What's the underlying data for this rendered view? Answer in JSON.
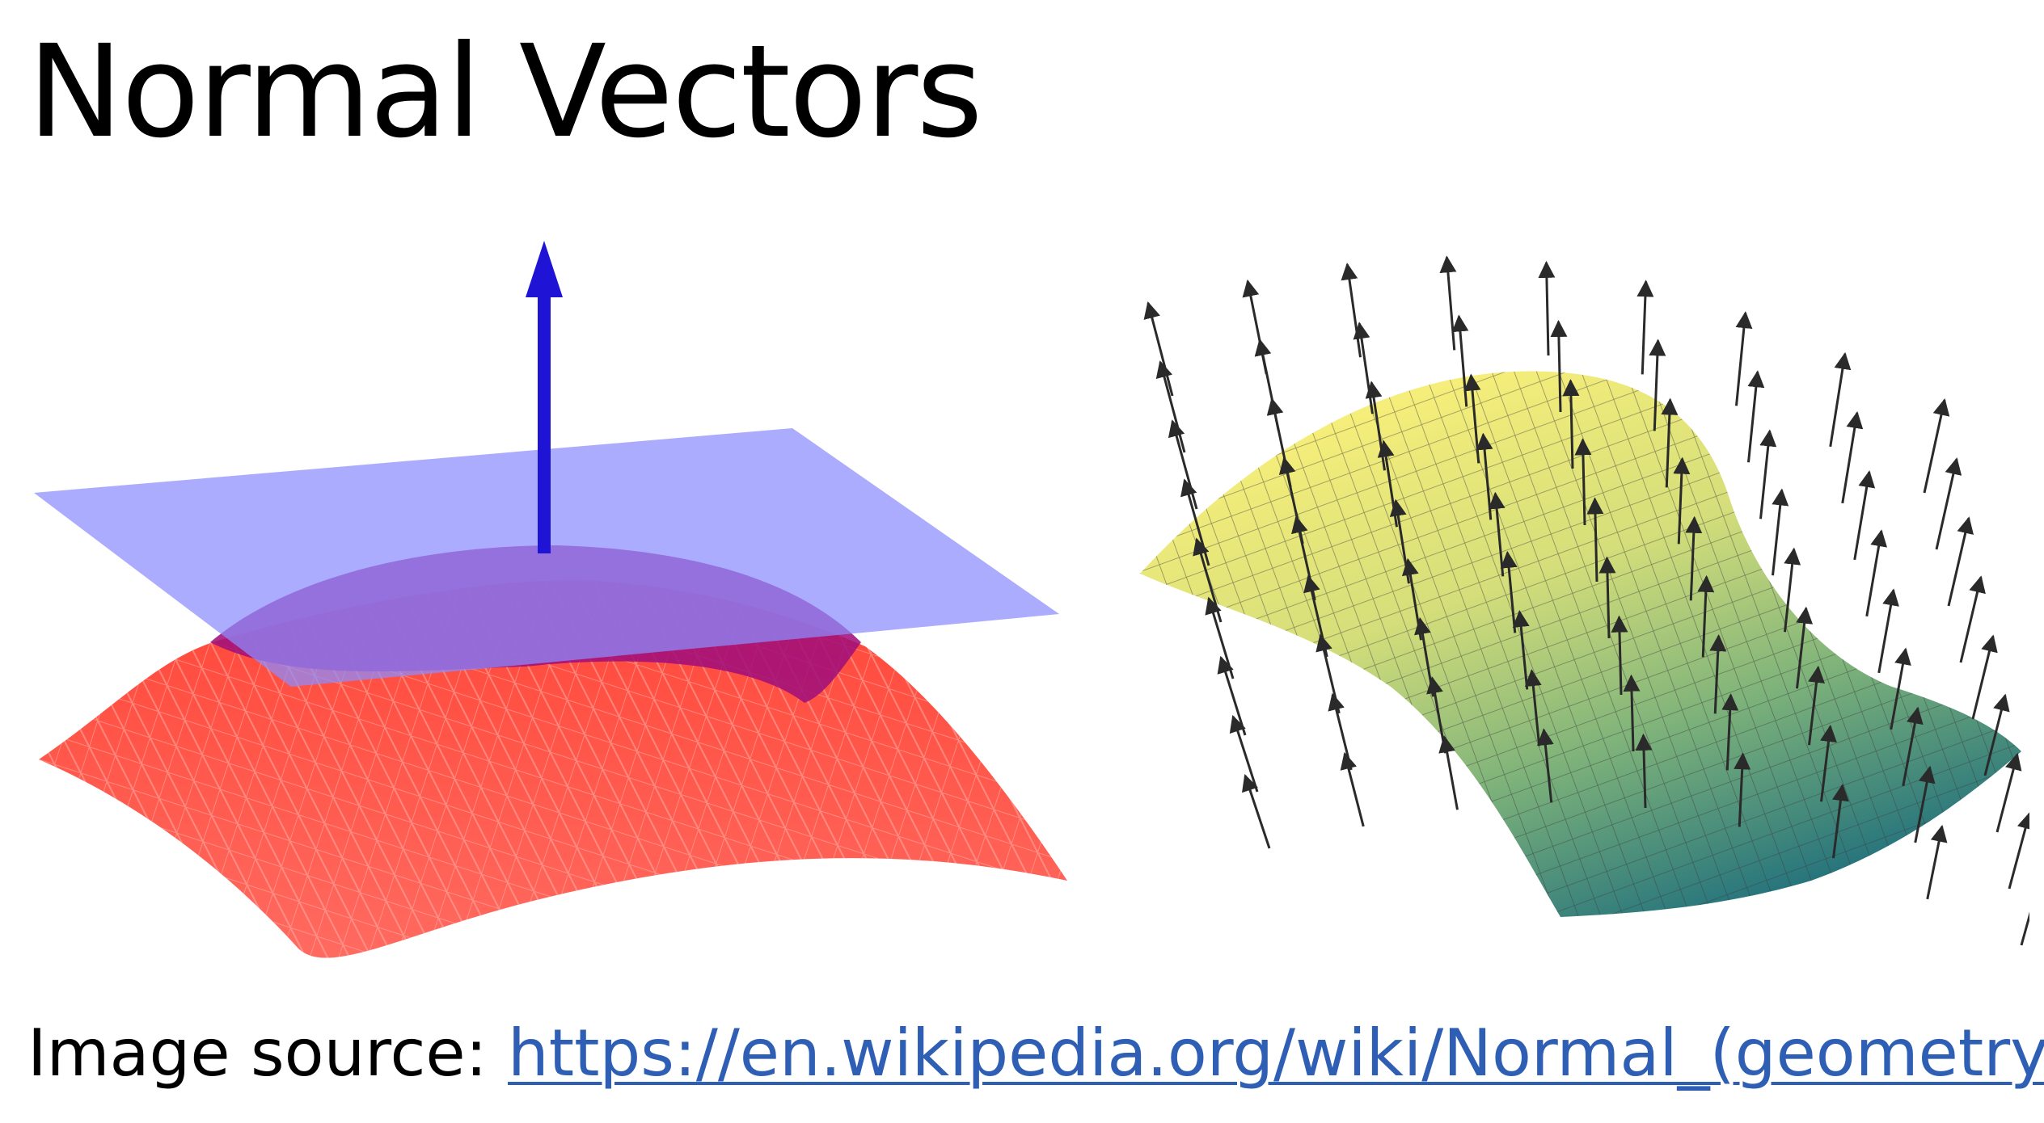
{
  "slide": {
    "title": "Normal Vectors"
  },
  "figures": {
    "left": {
      "surface_icon": "red-saddle-surface",
      "plane_icon": "tangent-plane",
      "vector_icon": "blue-normal-arrow"
    },
    "right": {
      "surface_icon": "yellow-green-mesh-surface",
      "vector_icon": "normal-arrow-field"
    }
  },
  "source": {
    "label": "Image source: ",
    "link_text": "https://en.wikipedia.org/wiki/Normal_(geometry)"
  },
  "colors": {
    "surface_red": "#ff5a4f",
    "plane_blue": "#9b9bff",
    "normal_arrow_blue": "#1f14d6",
    "mesh_yellow": "#f2ea7a",
    "mesh_teal": "#1f6f7c",
    "link_blue": "#2f5fb4"
  }
}
